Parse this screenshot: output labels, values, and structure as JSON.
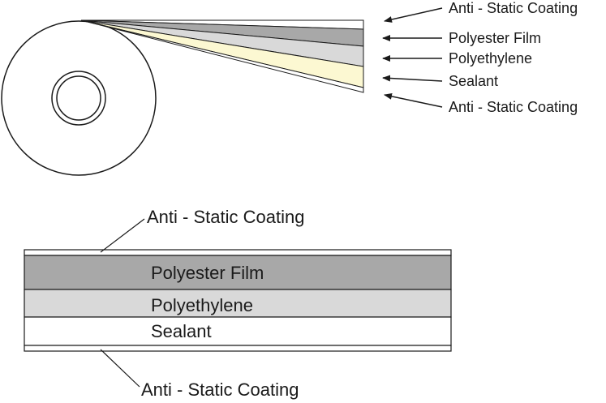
{
  "roll_labels": {
    "top_coating": "Anti - Static Coating",
    "polyester": "Polyester Film",
    "polyethylene": "Polyethylene",
    "sealant": "Sealant",
    "bottom_coating": "Anti - Static Coating"
  },
  "cross_section_labels": {
    "top_coating": "Anti - Static Coating",
    "polyester": "Polyester Film",
    "polyethylene": "Polyethylene",
    "sealant": "Sealant",
    "bottom_coating": "Anti - Static Coating"
  },
  "colors": {
    "polyester": "#a8a8a8",
    "polyethylene": "#d9d9d9",
    "sealant_roll": "#fcf8d2",
    "coating": "#ffffff",
    "outline": "#1a1a1a"
  }
}
